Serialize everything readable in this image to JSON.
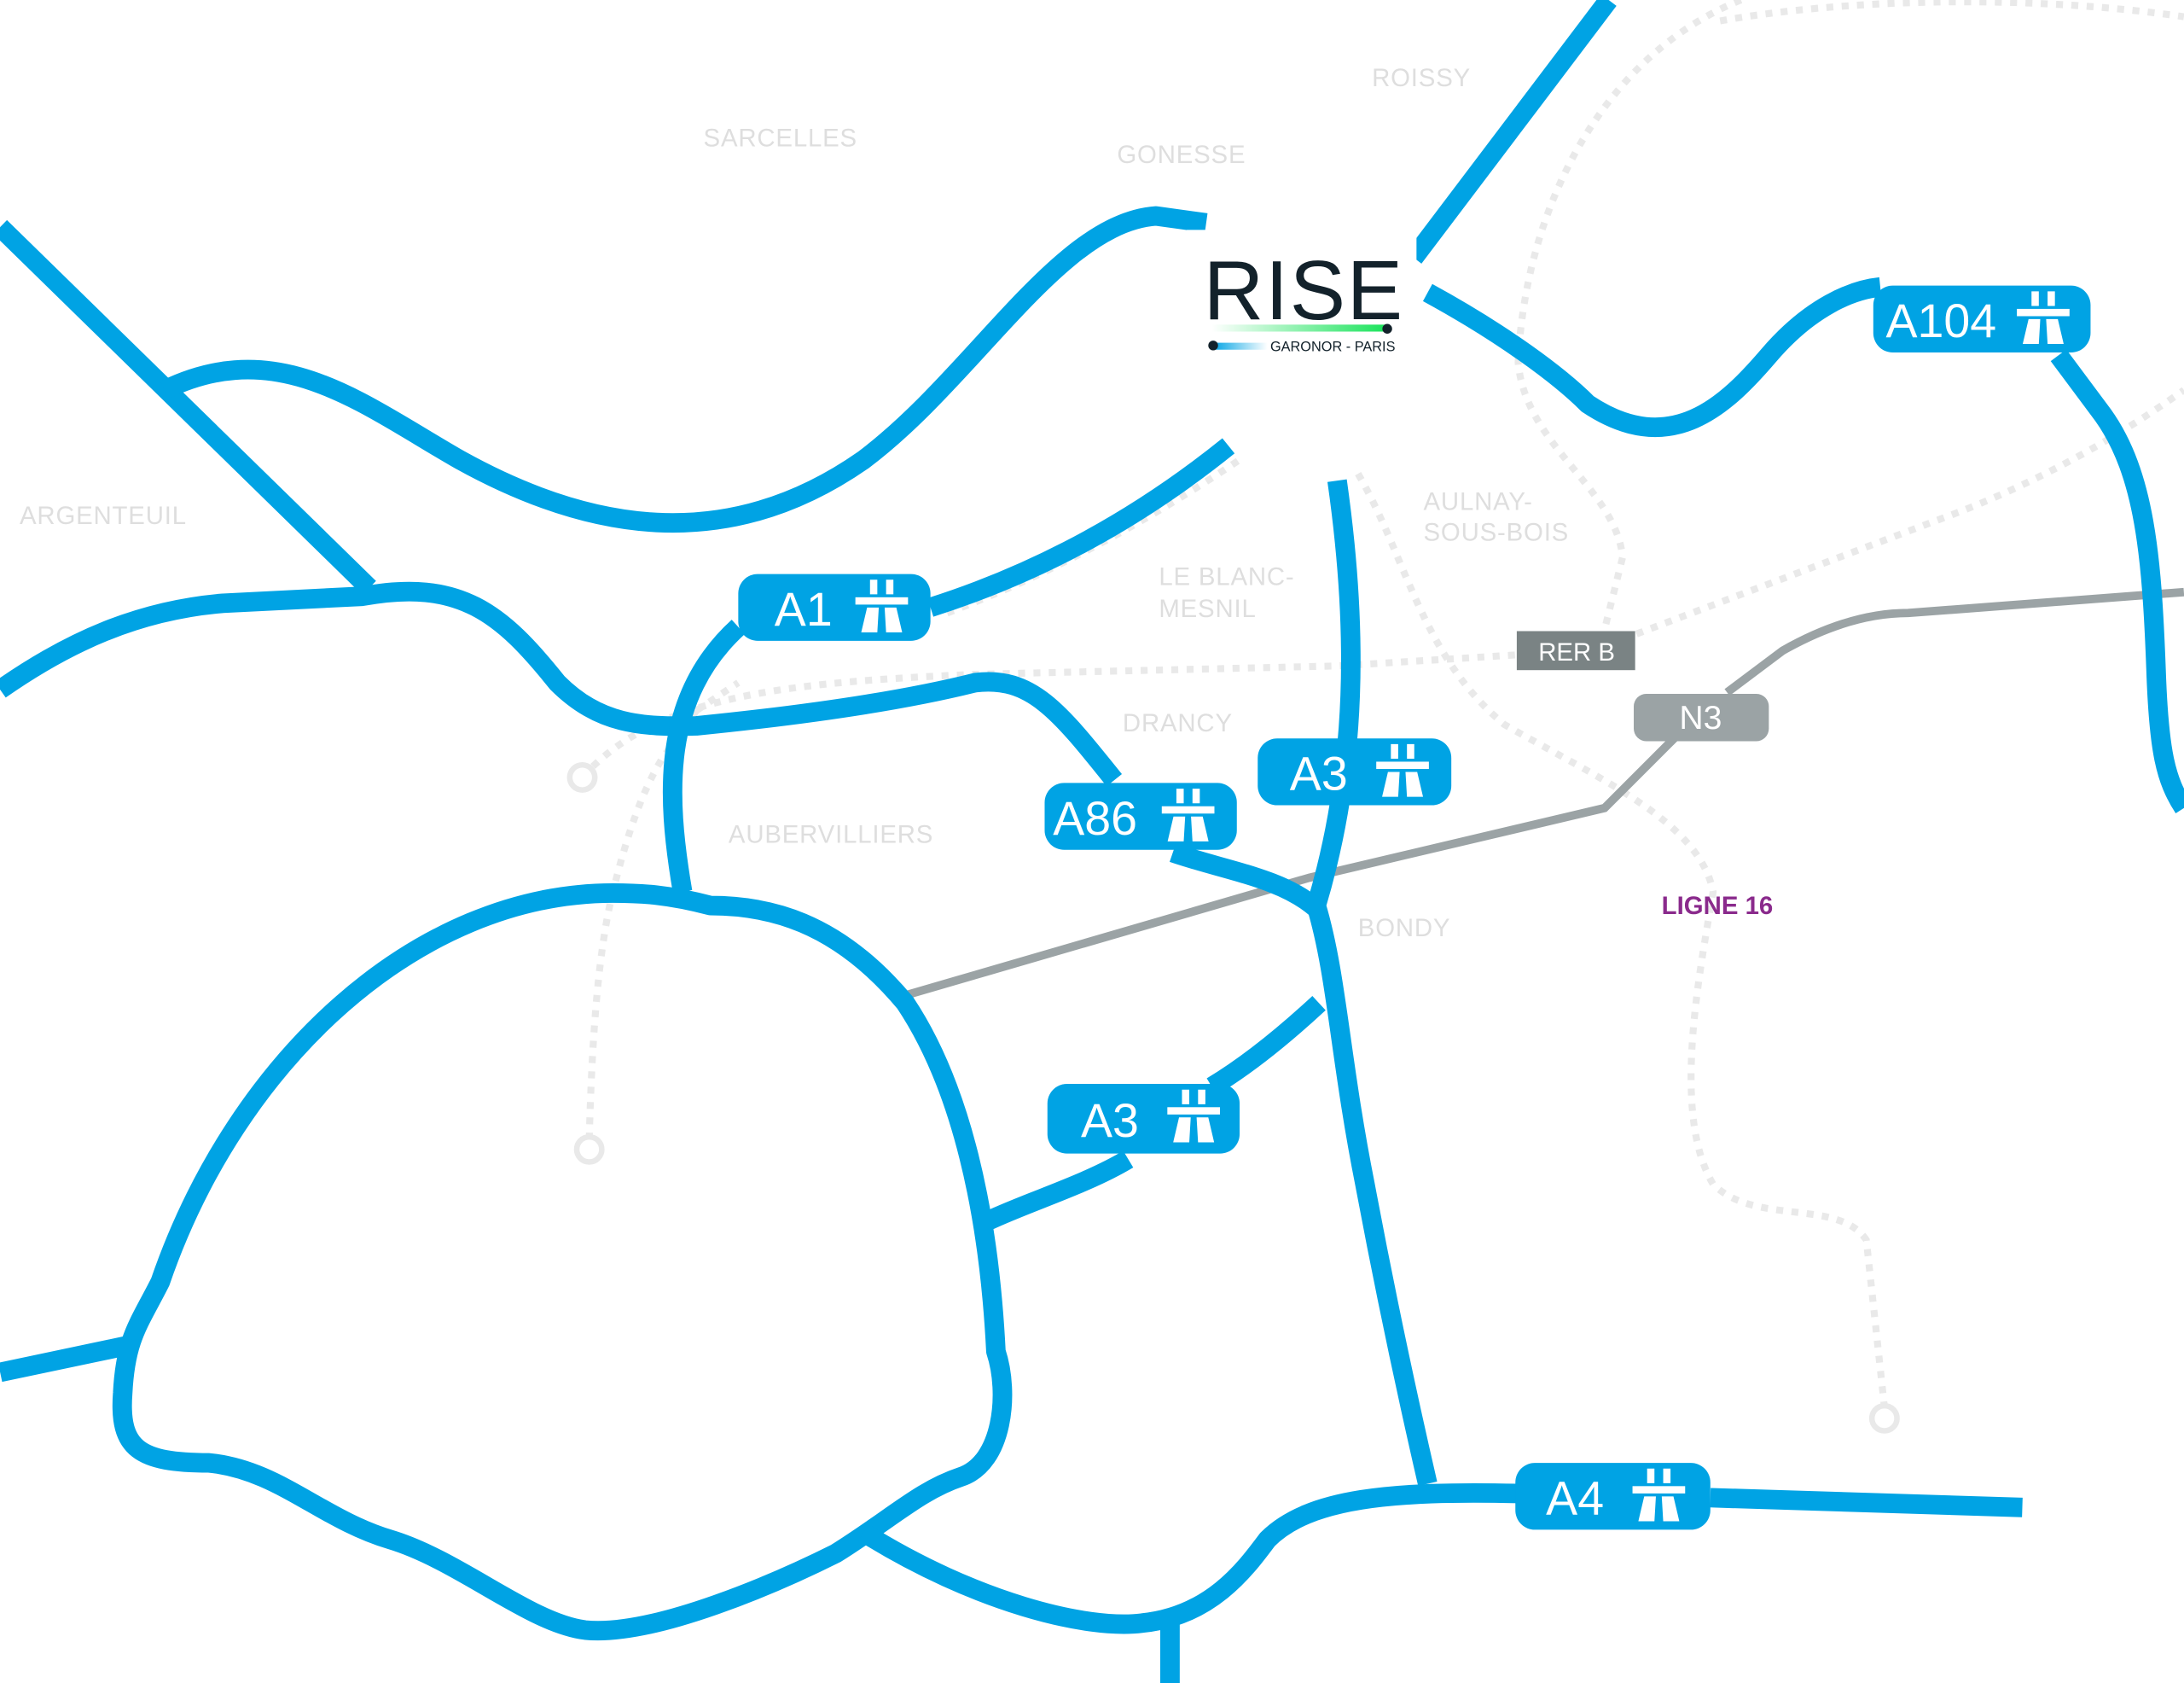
{
  "logo": {
    "title": "RISE",
    "subtitle": "GARONOR - PARIS"
  },
  "motorways": [
    {
      "label": "A1",
      "icon": "motorway-icon"
    },
    {
      "label": "A104",
      "icon": "motorway-icon"
    },
    {
      "label": "A86",
      "icon": "motorway-icon"
    },
    {
      "label": "A3",
      "icon": "motorway-icon"
    },
    {
      "label": "A3",
      "icon": "motorway-icon"
    },
    {
      "label": "A4",
      "icon": "motorway-icon"
    }
  ],
  "national_road": {
    "label": "N3"
  },
  "rail": {
    "rer": "RER B",
    "metro": "LIGNE 16"
  },
  "cities": {
    "roissy": "ROISSY",
    "sarcelles": "SARCELLES",
    "gonesse": "GONESSE",
    "argenteuil": "ARGENTEUIL",
    "aulnay_1": "AULNAY-",
    "aulnay_2": "SOUS-BOIS",
    "blanc_mesnil_1": "LE BLANC-",
    "blanc_mesnil_2": "MESNIL",
    "drancy": "DRANCY",
    "aubervilliers": "AUBERVILLIERS",
    "bondy": "BONDY"
  },
  "colors": {
    "motorway": "#00a3e4",
    "national": "#9ba3a5",
    "rer": "#7a8384",
    "ligne16": "#8a2a8c",
    "logo": "#13222b",
    "accent_green": "#19e35a"
  }
}
